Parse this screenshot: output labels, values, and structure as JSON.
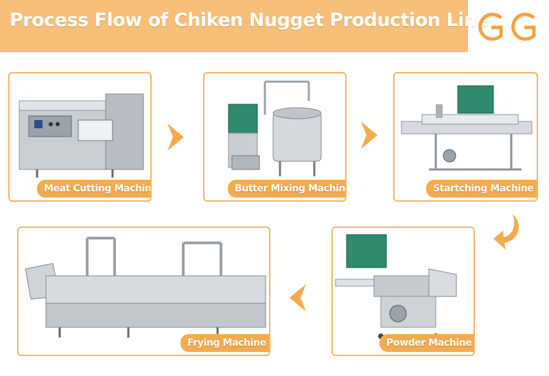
{
  "header": {
    "title": "Process Flow of Chiken Nugget Production Line",
    "logo_text": "GG"
  },
  "steps": [
    {
      "label": "Meat Cutting Machine"
    },
    {
      "label": "Butter Mixing Machine"
    },
    {
      "label": "Startching Machine"
    },
    {
      "label": "Powder Machine"
    },
    {
      "label": "Frying Machine"
    }
  ],
  "colors": {
    "banner": "#f7bf78",
    "accent": "#f4ab4d",
    "border": "#f3b566"
  },
  "icons": [
    "arrow-right-icon",
    "arrow-curve-down-icon",
    "arrow-left-icon"
  ]
}
